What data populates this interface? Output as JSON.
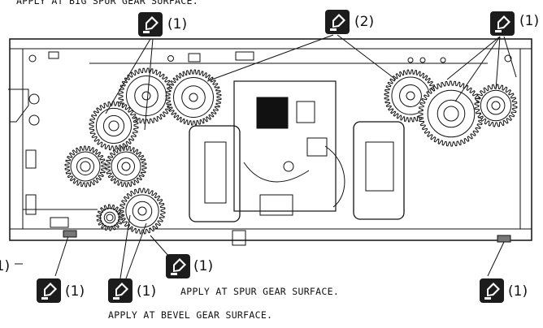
{
  "notes": {
    "top_cut": "APPLY AT BIG SPUR GEAR SURFACE.",
    "spur": "APPLY AT SPUR GEAR SURFACE.",
    "bevel": "APPLY AT BEVEL GEAR SURFACE."
  },
  "callouts": {
    "c1": "(1)",
    "c2": "(2)"
  },
  "icon_name": "grease-apply-icon",
  "colors": {
    "line": "#111111",
    "icon_bg": "#1c1c1c",
    "icon_fg": "#ffffff"
  }
}
